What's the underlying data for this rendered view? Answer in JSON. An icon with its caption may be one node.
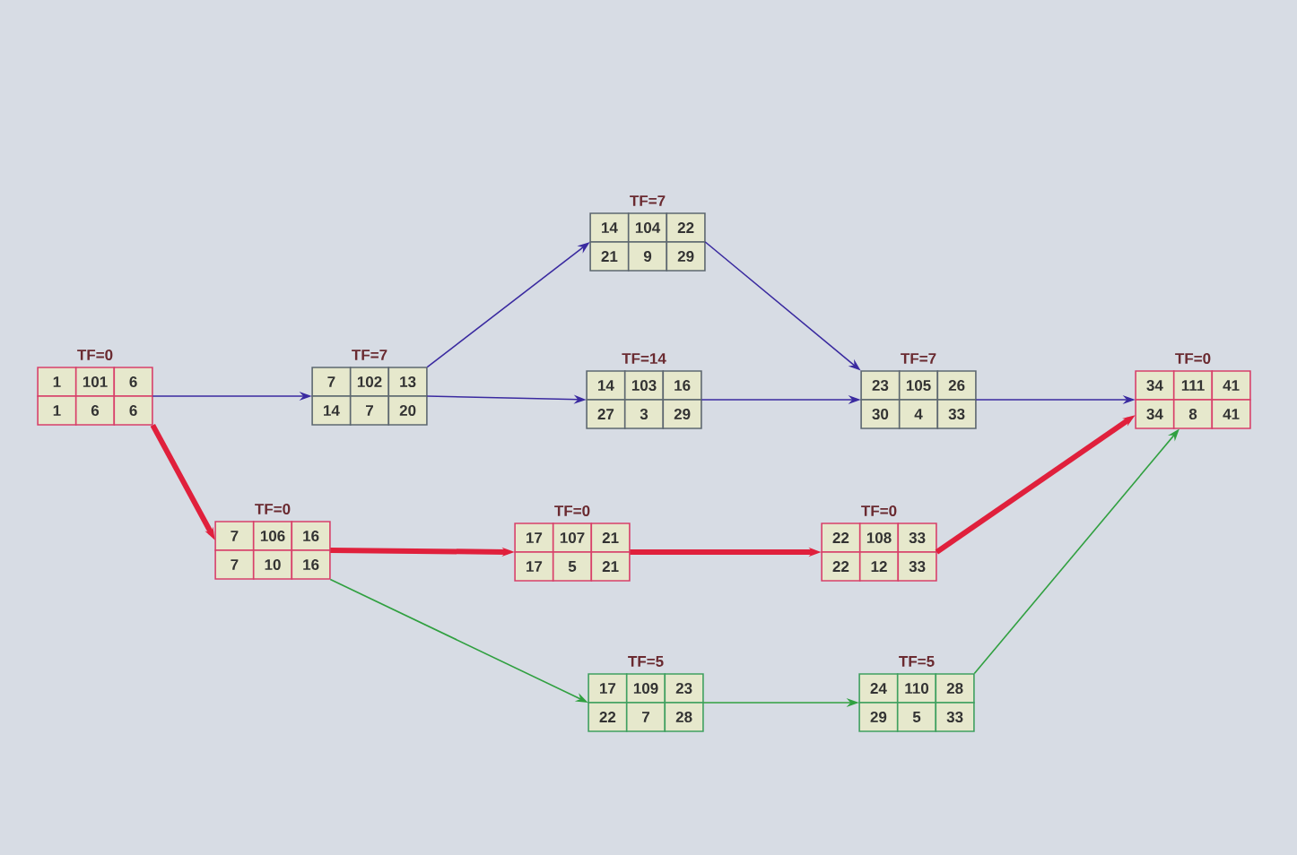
{
  "diagram": {
    "nodes": [
      {
        "text": [
          "TF=7",
          "14",
          "104",
          "22",
          "21",
          "9",
          "29"
        ]
      },
      {
        "text": [
          "TF=0",
          "1",
          "101",
          "6",
          "1",
          "6",
          "6"
        ]
      },
      {
        "text": [
          "TF=7",
          "7",
          "102",
          "13",
          "14",
          "7",
          "20"
        ]
      },
      {
        "text": [
          "TF=14",
          "14",
          "103",
          "16",
          "27",
          "3",
          "29"
        ]
      },
      {
        "text": [
          "TF=7",
          "23",
          "105",
          "26",
          "30",
          "4",
          "33"
        ]
      },
      {
        "text": [
          "TF=0",
          "34",
          "111",
          "41",
          "34",
          "8",
          "41"
        ]
      },
      {
        "text": [
          "TF=0",
          "7",
          "106",
          "16",
          "7",
          "10",
          "16"
        ]
      },
      {
        "text": [
          "TF=0",
          "17",
          "107",
          "21",
          "17",
          "5",
          "21"
        ]
      },
      {
        "text": [
          "TF=0",
          "22",
          "108",
          "33",
          "22",
          "12",
          "33"
        ]
      },
      {
        "text": [
          "TF=5",
          "17",
          "109",
          "23",
          "22",
          "7",
          "28"
        ]
      },
      {
        "text": [
          "TF=5",
          "24",
          "110",
          "28",
          "29",
          "5",
          "33"
        ]
      }
    ],
    "edges": [
      {
        "from": 1,
        "to": 2,
        "arrow": "to"
      },
      {
        "from": 2,
        "to": 0,
        "arrow": "to"
      },
      {
        "from": 2,
        "to": 3,
        "arrow": "to"
      },
      {
        "from": 0,
        "to": 4,
        "arrow": "to"
      },
      {
        "from": 3,
        "to": 4,
        "arrow": "to"
      },
      {
        "from": 4,
        "to": 5,
        "arrow": "to"
      },
      {
        "from": 1,
        "to": 6,
        "arrow": "to",
        "style": "thick",
        "color": "#e0203c"
      },
      {
        "from": 6,
        "to": 7,
        "arrow": "to",
        "style": "thick",
        "color": "#e0203c"
      },
      {
        "from": 7,
        "to": 8,
        "arrow": "to",
        "style": "thick",
        "color": "#e0203c"
      },
      {
        "from": 8,
        "to": 5,
        "arrow": "to",
        "style": "thick",
        "color": "#e0203c"
      },
      {
        "from": 6,
        "to": 9,
        "arrow": "to",
        "color": "#30a040"
      },
      {
        "from": 9,
        "to": 10,
        "arrow": "to",
        "color": "#30a040"
      },
      {
        "from": 10,
        "to": 5,
        "arrow": "to",
        "color": "#30a040"
      }
    ]
  }
}
